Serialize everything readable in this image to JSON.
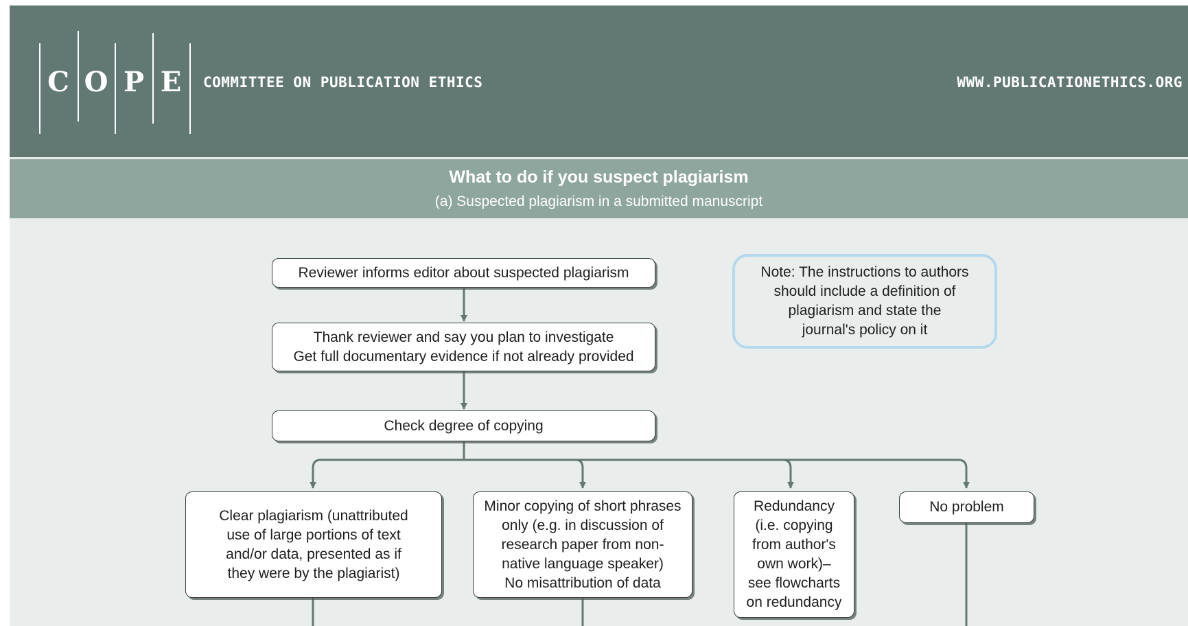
{
  "header": {
    "logo_letters": [
      "C",
      "O",
      "P",
      "E"
    ],
    "org_name": "COMMITTEE ON PUBLICATION ETHICS",
    "url": "WWW.PUBLICATIONETHICS.ORG",
    "background_color": "#627873"
  },
  "title_band": {
    "title": "What to do if you suspect plagiarism",
    "subtitle": "(a)   Suspected plagiarism in a submitted manuscript",
    "background_color": "#8ea69e"
  },
  "flowchart": {
    "step_reviewer": "Reviewer informs editor about suspected plagiarism",
    "step_thank": "Thank reviewer and say you plan to investigate\nGet full documentary evidence if not already provided",
    "step_check": "Check degree of copying",
    "outcome_clear": "Clear plagiarism (unattributed\nuse of large portions of text\nand/or data, presented as if\nthey were by the plagiarist)",
    "outcome_minor": "Minor copying of short phrases\nonly (e.g. in discussion of\nresearch paper from non-\nnative language speaker)\nNo misattribution of data",
    "outcome_redundancy": "Redundancy\n(i.e. copying\nfrom author's\nown work)–\nsee flowcharts\non redundancy",
    "outcome_no_problem": "No problem",
    "note": "Note: The instructions to authors\nshould include a definition of\nplagiarism and state the\njournal's policy on it",
    "connector_color": "#627873",
    "note_border_color": "#b6d8ec"
  }
}
